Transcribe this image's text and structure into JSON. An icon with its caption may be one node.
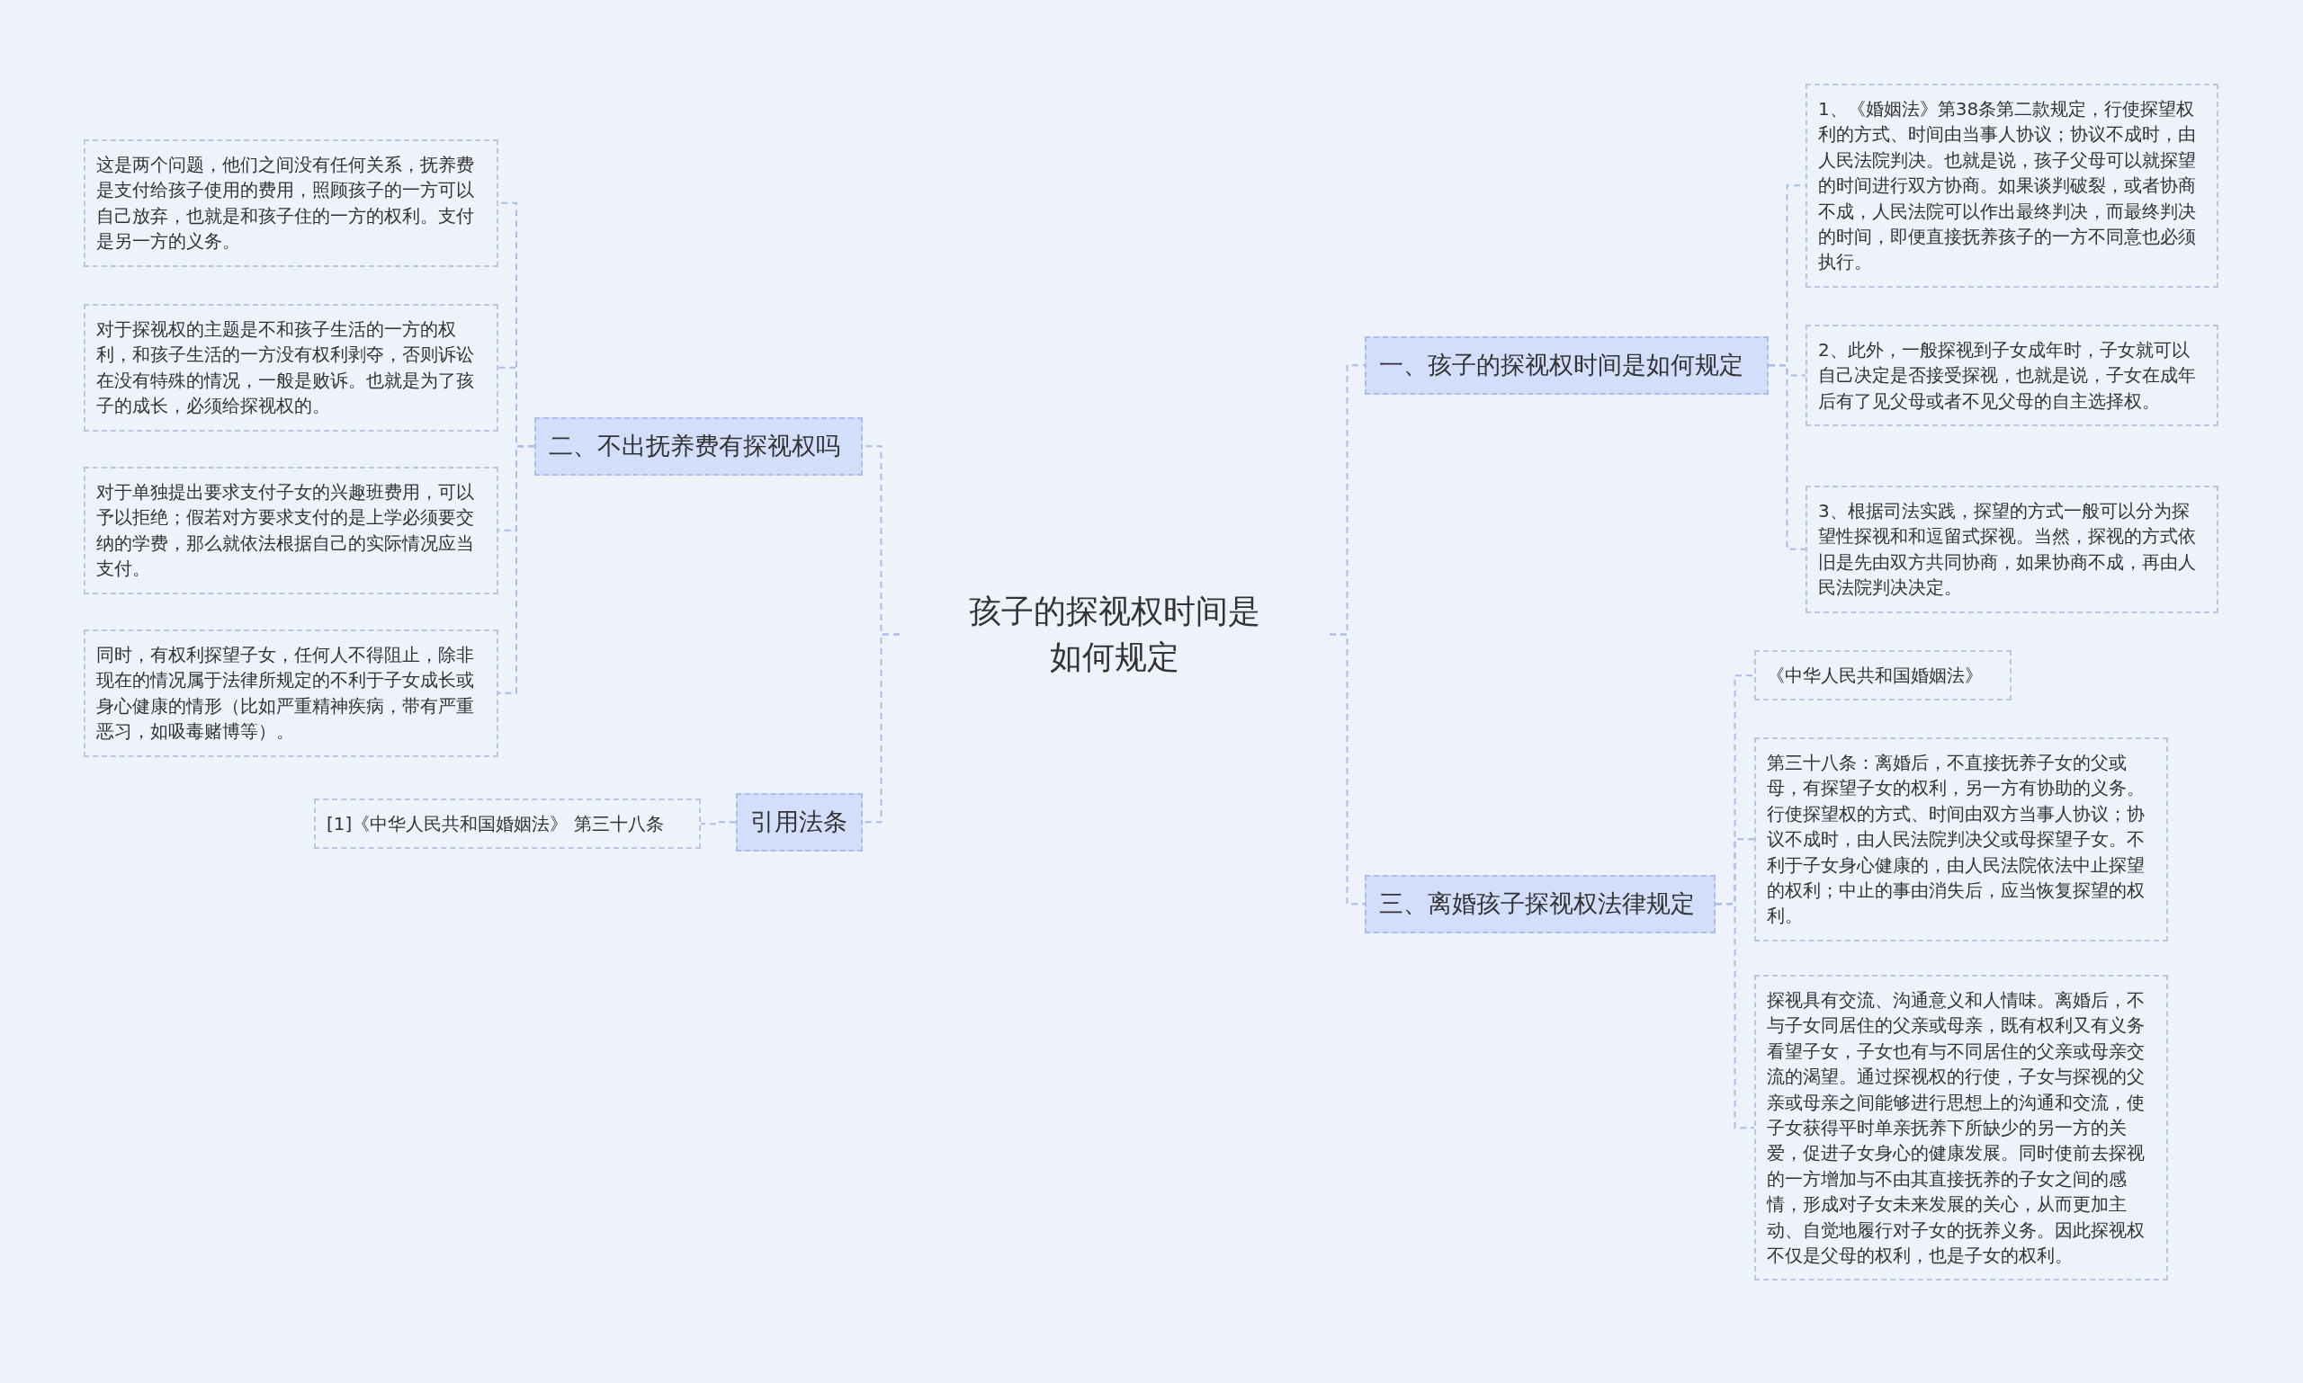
{
  "diagram": {
    "nodes": [
      {
        "text": [
          "孩子的探视权时间是如何规定"
        ]
      },
      {
        "text": [
          "一、孩子的探视权时间是如何规定"
        ]
      },
      {
        "text": [
          "1、《婚姻法》第38条第二款规定，行使探望权利的方式、时间由当事人协议；协议不成时，由人民法院判决。也就是说，孩子父母可以就探望的时间进行双方协商。如果谈判破裂，或者协商不成，人民法院可以作出最终判决，而最终判决的时间，即便直接抚养孩子的一方不同意也必须执行。"
        ]
      },
      {
        "text": [
          "2、此外，一般探视到子女成年时，子女就可以自己决定是否接受探视，也就是说，子女在成年后有了见父母或者不见父母的自主选择权。"
        ]
      },
      {
        "text": [
          "3、根据司法实践，探望的方式一般可以分为探望性探视和和逗留式探视。当然，探视的方式依旧是先由双方共同协商，如果协商不成，再由人民法院判决决定。"
        ]
      },
      {
        "text": [
          "二、不出抚养费有探视权吗"
        ]
      },
      {
        "text": [
          "这是两个问题，他们之间没有任何关系，抚养费是支付给孩子使用的费用，照顾孩子的一方可以自己放弃，也就是和孩子住的一方的权利。支付是另一方的义务。"
        ]
      },
      {
        "text": [
          "对于探视权的主题是不和孩子生活的一方的权利，和孩子生活的一方没有权利剥夺，否则诉讼在没有特殊的情况，一般是败诉。也就是为了孩子的成长，必须给探视权的。"
        ]
      },
      {
        "text": [
          "对于单独提出要求支付子女的兴趣班费用，可以予以拒绝；假若对方要求支付的是上学必须要交纳的学费，那么就依法根据自己的实际情况应当支付。"
        ]
      },
      {
        "text": [
          "同时，有权利探望子女，任何人不得阻止，除非现在的情况属于法律所规定的不利于子女成长或身心健康的情形（比如严重精神疾病，带有严重恶习，如吸毒赌博等）。"
        ]
      },
      {
        "text": [
          "引用法条"
        ]
      },
      {
        "text": [
          "[1]《中华人民共和国婚姻法》 第三十八条"
        ]
      },
      {
        "text": [
          "三、离婚孩子探视权法律规定"
        ]
      },
      {
        "text": [
          "《中华人民共和国婚姻法》"
        ]
      },
      {
        "text": [
          "第三十八条：离婚后，不直接抚养子女的父或母，有探望子女的权利，另一方有协助的义务。行使探望权的方式、时间由双方当事人协议；协议不成时，由人民法院判决父或母探望子女。不利于子女身心健康的，由人民法院依法中止探望的权利；中止的事由消失后，应当恢复探望的权利。"
        ]
      },
      {
        "text": [
          "探视具有交流、沟通意义和人情味。离婚后，不与子女同居住的父亲或母亲，既有权利又有义务看望子女，子女也有与不同居住的父亲或母亲交流的渴望。通过探视权的行使，子女与探视的父亲或母亲之间能够进行思想上的沟通和交流，使子女获得平时单亲抚养下所缺少的另一方的关爱，促进子女身心的健康发展。同时使前去探视的一方增加与不由其直接抚养的子女之间的感情，形成对子女未来发展的关心，从而更加主动、自觉地履行对子女的抚养义务。因此探视权不仅是父母的权利，也是子女的权利。"
        ]
      }
    ],
    "edges": [
      {
        "from": 0,
        "to": 1,
        "arrow": "none"
      },
      {
        "from": 1,
        "to": 2,
        "arrow": "none"
      },
      {
        "from": 1,
        "to": 3,
        "arrow": "none"
      },
      {
        "from": 1,
        "to": 4,
        "arrow": "none"
      },
      {
        "from": 0,
        "to": 5,
        "arrow": "none"
      },
      {
        "from": 5,
        "to": 6,
        "arrow": "none"
      },
      {
        "from": 5,
        "to": 7,
        "arrow": "none"
      },
      {
        "from": 5,
        "to": 8,
        "arrow": "none"
      },
      {
        "from": 5,
        "to": 9,
        "arrow": "none"
      },
      {
        "from": 0,
        "to": 10,
        "arrow": "none"
      },
      {
        "from": 10,
        "to": 11,
        "arrow": "none"
      },
      {
        "from": 0,
        "to": 12,
        "arrow": "none"
      },
      {
        "from": 12,
        "to": 13,
        "arrow": "none"
      },
      {
        "from": 12,
        "to": 14,
        "arrow": "none"
      },
      {
        "from": 12,
        "to": 15,
        "arrow": "none"
      }
    ]
  }
}
